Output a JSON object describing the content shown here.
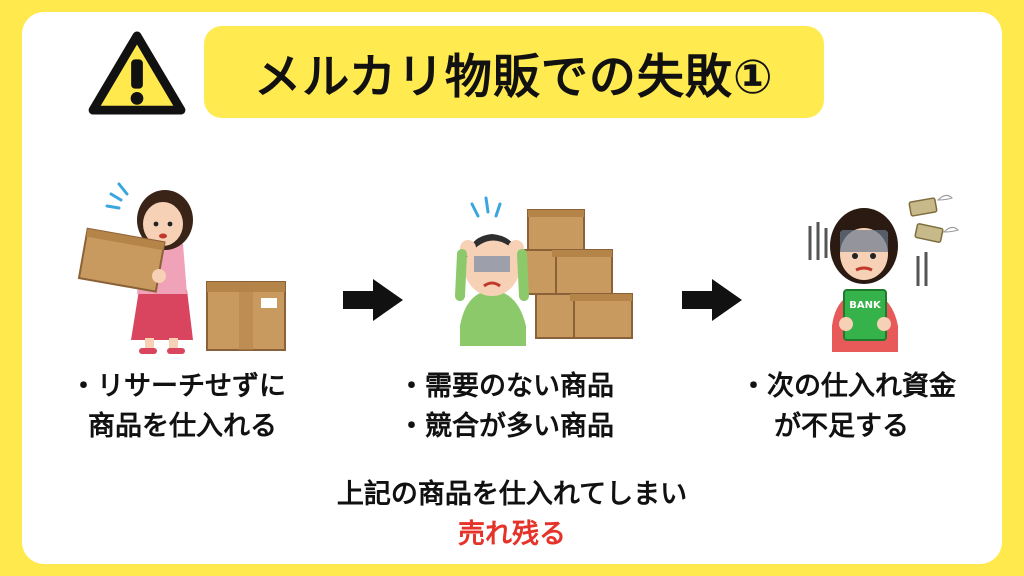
{
  "title": "メルカリ物販での失敗①",
  "icons": {
    "warning": "warning-triangle-icon",
    "arrow": "right-arrow-icon"
  },
  "steps": [
    {
      "lines": [
        "・リサーチせずに",
        "商品を仕入れる"
      ]
    },
    {
      "lines": [
        "・需要のない商品",
        "・競合が多い商品"
      ]
    },
    {
      "lines": [
        "・次の仕入れ資金",
        "が不足する"
      ]
    }
  ],
  "illustration_text": {
    "bank": "BANK"
  },
  "conclusion": {
    "line1": "上記の商品を仕入れてしまい",
    "line2": "売れ残る"
  },
  "colors": {
    "background": "#FFE94D",
    "title_bg": "#FFEA4F",
    "emphasis": "#E6332A",
    "box": "#C99A5F"
  }
}
